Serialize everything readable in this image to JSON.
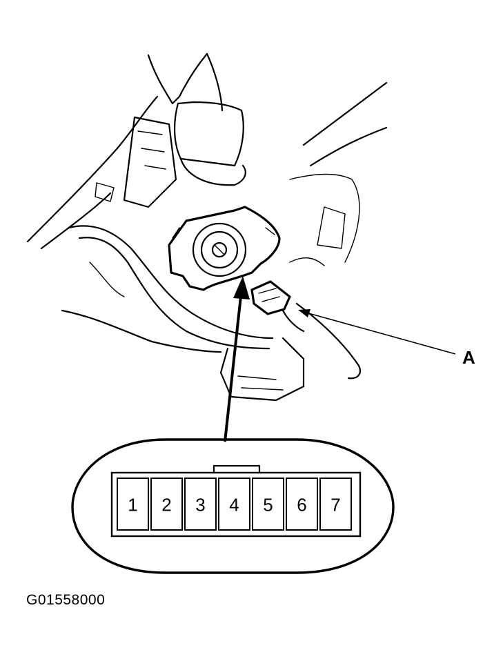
{
  "callout": {
    "label": "A"
  },
  "connector": {
    "pins": [
      {
        "label": "1"
      },
      {
        "label": "2"
      },
      {
        "label": "3"
      },
      {
        "label": "4"
      },
      {
        "label": "5"
      },
      {
        "label": "6"
      },
      {
        "label": "7"
      }
    ]
  },
  "figure_code": "G01558000"
}
